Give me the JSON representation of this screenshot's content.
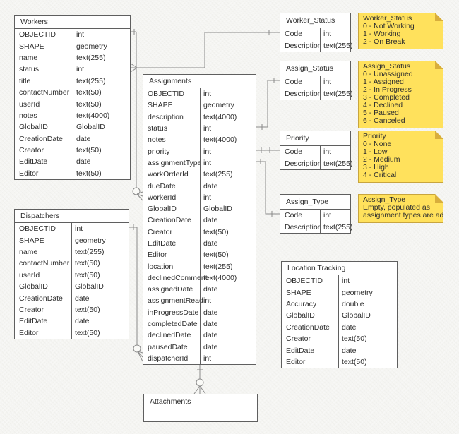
{
  "colors": {
    "bg": "#f5f5f2",
    "line": "#8a8a8a",
    "table_border": "#5f5f5f",
    "text": "#2e2e2e",
    "note_fill": "#ffe15c",
    "note_fold": "#d8ae3c",
    "note_edge": "#c8a53e"
  },
  "tables": [
    {
      "id": "workers",
      "title": "Workers",
      "fields": [
        [
          "OBJECTID",
          "int"
        ],
        [
          "SHAPE",
          "geometry"
        ],
        [
          "name",
          "text(255)"
        ],
        [
          "status",
          "int"
        ],
        [
          "title",
          "text(255)"
        ],
        [
          "contactNumber",
          "text(50)"
        ],
        [
          "userId",
          "text(50)"
        ],
        [
          "notes",
          "text(4000)"
        ],
        [
          "GlobalID",
          "GlobalID"
        ],
        [
          "CreationDate",
          "date"
        ],
        [
          "Creator",
          "text(50)"
        ],
        [
          "EditDate",
          "date"
        ],
        [
          "Editor",
          "text(50)"
        ]
      ]
    },
    {
      "id": "dispatchers",
      "title": "Dispatchers",
      "fields": [
        [
          "OBJECTID",
          "int"
        ],
        [
          "SHAPE",
          "geometry"
        ],
        [
          "name",
          "text(255)"
        ],
        [
          "contactNumber",
          "text(50)"
        ],
        [
          "userId",
          "text(50)"
        ],
        [
          "GlobalID",
          "GlobalID"
        ],
        [
          "CreationDate",
          "date"
        ],
        [
          "Creator",
          "text(50)"
        ],
        [
          "EditDate",
          "date"
        ],
        [
          "Editor",
          "text(50)"
        ]
      ]
    },
    {
      "id": "assignments",
      "title": "Assignments",
      "fields": [
        [
          "OBJECTID",
          "int"
        ],
        [
          "SHAPE",
          "geometry"
        ],
        [
          "description",
          "text(4000)"
        ],
        [
          "status",
          "int"
        ],
        [
          "notes",
          "text(4000)"
        ],
        [
          "priority",
          "int"
        ],
        [
          "assignmentType",
          "int"
        ],
        [
          "workOrderId",
          "text(255)"
        ],
        [
          "dueDate",
          "date"
        ],
        [
          "workerId",
          "int"
        ],
        [
          "GlobalID",
          "GlobalID"
        ],
        [
          "CreationDate",
          "date"
        ],
        [
          "Creator",
          "text(50)"
        ],
        [
          "EditDate",
          "date"
        ],
        [
          "Editor",
          "text(50)"
        ],
        [
          "location",
          "text(255)"
        ],
        [
          "declinedComment",
          "text(4000)"
        ],
        [
          "assignedDate",
          "date"
        ],
        [
          "assignmentRead",
          "int"
        ],
        [
          "inProgressDate",
          "date"
        ],
        [
          "completedDate",
          "date"
        ],
        [
          "declinedDate",
          "date"
        ],
        [
          "pausedDate",
          "date"
        ],
        [
          "dispatcherId",
          "int"
        ]
      ]
    },
    {
      "id": "worker_status",
      "title": "Worker_Status",
      "fields": [
        [
          "Code",
          "int"
        ],
        [
          "Description",
          "text(255)"
        ]
      ]
    },
    {
      "id": "assign_status",
      "title": "Assign_Status",
      "fields": [
        [
          "Code",
          "int"
        ],
        [
          "Description",
          "text(255)"
        ]
      ]
    },
    {
      "id": "priority",
      "title": "Priority",
      "fields": [
        [
          "Code",
          "int"
        ],
        [
          "Description",
          "text(255)"
        ]
      ]
    },
    {
      "id": "assign_type",
      "title": "Assign_Type",
      "fields": [
        [
          "Code",
          "int"
        ],
        [
          "Description",
          "text(255)"
        ]
      ]
    },
    {
      "id": "location_tracking",
      "title": "Location Tracking",
      "fields": [
        [
          "OBJECTID",
          "int"
        ],
        [
          "SHAPE",
          "geometry"
        ],
        [
          "Accuracy",
          "double"
        ],
        [
          "GlobalID",
          "GlobalID"
        ],
        [
          "CreationDate",
          "date"
        ],
        [
          "Creator",
          "text(50)"
        ],
        [
          "EditDate",
          "date"
        ],
        [
          "Editor",
          "text(50)"
        ]
      ]
    },
    {
      "id": "attachments",
      "title": "Attachments",
      "fields": []
    }
  ],
  "notes": [
    {
      "id": "note_worker_status",
      "lines": [
        "Worker_Status",
        "0 - Not Working",
        "1 - Working",
        "2 - On Break"
      ]
    },
    {
      "id": "note_assign_status",
      "lines": [
        "Assign_Status",
        "0 - Unassigned",
        "1 - Assigned",
        "2 - In Progress",
        "3 - Completed",
        "4 - Declined",
        "5 - Paused",
        "6 - Canceled"
      ]
    },
    {
      "id": "note_priority",
      "lines": [
        "Priority",
        "0 - None",
        "1 - Low",
        "2 - Medium",
        "3 - High",
        "4 - Critical"
      ]
    },
    {
      "id": "note_assign_type",
      "lines": [
        "Assign_Type",
        "Empty, populated as",
        "assignment types are added"
      ]
    }
  ],
  "relationships": [
    {
      "from": "Worker_Status.Code",
      "to": "Workers.status",
      "marks": "one-to-many"
    },
    {
      "from": "Workers.OBJECTID",
      "to": "Assignments.workerId",
      "marks": "one-to-zero-or-many"
    },
    {
      "from": "Dispatchers.OBJECTID",
      "to": "Assignments.dispatcherId",
      "marks": "one-to-zero-or-many"
    },
    {
      "from": "Assign_Status.Code",
      "to": "Assignments.status",
      "marks": "one-to-one-tick"
    },
    {
      "from": "Priority.Code",
      "to": "Assignments.priority",
      "marks": "one-to-one-tick"
    },
    {
      "from": "Assign_Type.Code",
      "to": "Assignments.assignmentType",
      "marks": "one-to-one-tick"
    },
    {
      "from": "Assignments",
      "to": "Attachments",
      "marks": "one-to-zero-or-many"
    }
  ]
}
